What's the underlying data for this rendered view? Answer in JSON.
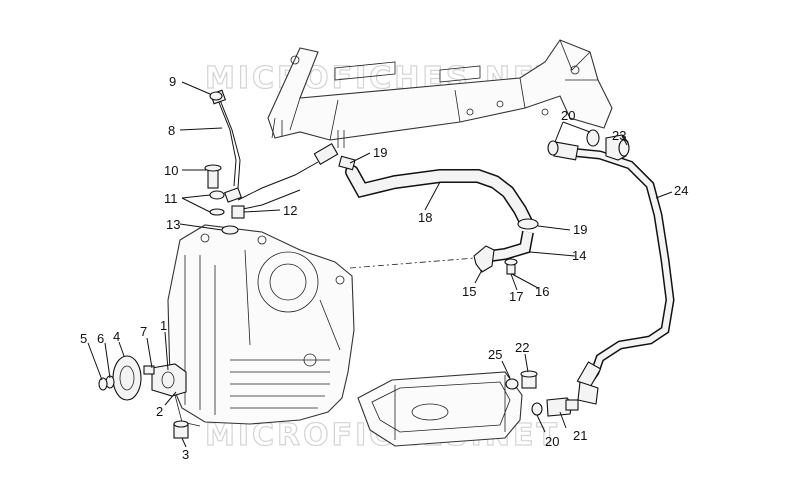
{
  "watermarks": [
    "MICROFICHES.NET",
    "MICROFICHES.NET"
  ],
  "callouts": [
    {
      "id": "c9",
      "text": "9"
    },
    {
      "id": "c8",
      "text": "8"
    },
    {
      "id": "c10",
      "text": "10"
    },
    {
      "id": "c11",
      "text": "11"
    },
    {
      "id": "c13",
      "text": "13"
    },
    {
      "id": "c12",
      "text": "12"
    },
    {
      "id": "c19a",
      "text": "19"
    },
    {
      "id": "c18",
      "text": "18"
    },
    {
      "id": "c19b",
      "text": "19"
    },
    {
      "id": "c14",
      "text": "14"
    },
    {
      "id": "c15",
      "text": "15"
    },
    {
      "id": "c17",
      "text": "17"
    },
    {
      "id": "c16",
      "text": "16"
    },
    {
      "id": "c20a",
      "text": "20"
    },
    {
      "id": "c23",
      "text": "23"
    },
    {
      "id": "c24",
      "text": "24"
    },
    {
      "id": "c5",
      "text": "5"
    },
    {
      "id": "c6",
      "text": "6"
    },
    {
      "id": "c4",
      "text": "4"
    },
    {
      "id": "c7",
      "text": "7"
    },
    {
      "id": "c1",
      "text": "1"
    },
    {
      "id": "c2",
      "text": "2"
    },
    {
      "id": "c3",
      "text": "3"
    },
    {
      "id": "c25",
      "text": "25"
    },
    {
      "id": "c22",
      "text": "22"
    },
    {
      "id": "c20b",
      "text": "20"
    },
    {
      "id": "c21",
      "text": "21"
    }
  ]
}
